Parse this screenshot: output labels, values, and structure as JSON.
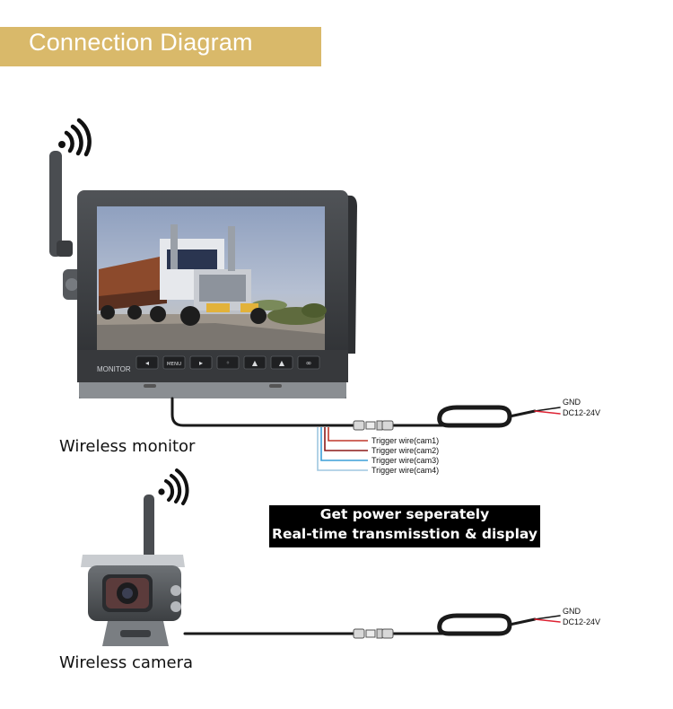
{
  "title": "Connection Diagram",
  "monitor": {
    "caption": "Wireless monitor",
    "brand_label": "MONITOR",
    "buttons": [
      {
        "icon": "left-arrow-icon",
        "glyph": "◂"
      },
      {
        "icon": "menu-button",
        "glyph": "MENU"
      },
      {
        "icon": "right-arrow-icon",
        "glyph": "▸"
      },
      {
        "icon": "dot-icon",
        "glyph": "◦"
      },
      {
        "icon": "up-arrow-icon",
        "glyph": "▲"
      },
      {
        "icon": "up-arrow-icon",
        "glyph": "▲"
      },
      {
        "icon": "link-icon",
        "glyph": "∞"
      }
    ]
  },
  "camera": {
    "caption": "Wireless camera"
  },
  "power_top": {
    "gnd": "GND",
    "dc": "DC12-24V"
  },
  "power_bottom": {
    "gnd": "GND",
    "dc": "DC12-24V"
  },
  "trigger_wires": [
    {
      "label": "Trigger wire(cam1)",
      "color": "#c0392b"
    },
    {
      "label": "Trigger wire(cam2)",
      "color": "#8b1a1a"
    },
    {
      "label": "Trigger wire(cam3)",
      "color": "#3b9fd8"
    },
    {
      "label": "Trigger wire(cam4)",
      "color": "#9fc7e0"
    }
  ],
  "info": {
    "line1": "Get power seperately",
    "line2": "Real-time transmisstion & display"
  },
  "colors": {
    "banner": "#d9b96a",
    "monitor_body": "#3a3c3f",
    "cable": "#1a1a1a"
  }
}
